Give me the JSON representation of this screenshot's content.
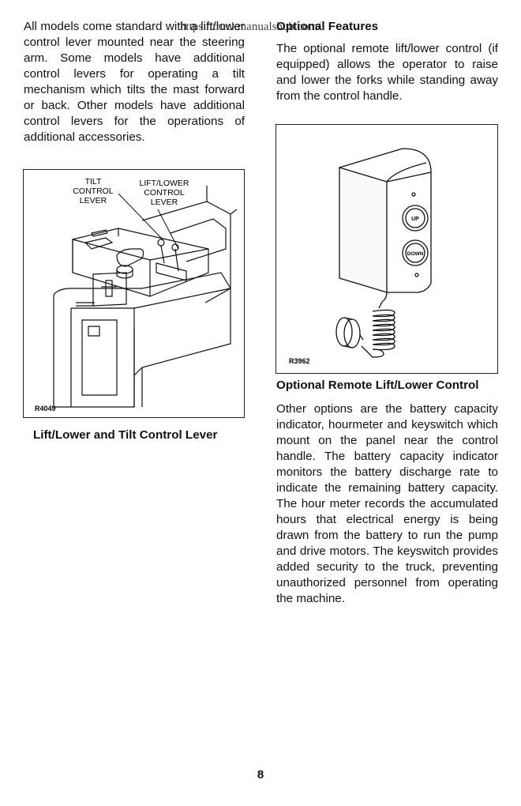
{
  "watermark": "https://truckmanualshub.com/",
  "left_column": {
    "paragraph": "All models come standard with a lift/lower control lever mounted near the steering arm. Some models have additional control levers for operating a tilt mechanism which tilts the mast forward or back. Other models have additional control levers for the operations of additional accessories."
  },
  "left_figure": {
    "callout_tilt": [
      "TILT",
      "CONTROL",
      "LEVER"
    ],
    "callout_lift": [
      "LIFT/LOWER",
      "CONTROL",
      "LEVER"
    ],
    "code": "R4049",
    "caption": "Lift/Lower and Tilt Control Lever"
  },
  "right_column": {
    "heading": "Optional Features",
    "paragraph1": "The optional remote lift/lower control (if equipped) allows the operator to raise and lower the forks while standing away from the control handle.",
    "paragraph2": "Other options are the battery capacity indicator, hourmeter and keyswitch which mount on the panel near the control handle. The battery capacity indicator monitors the battery discharge rate to indicate the remaining battery capacity. The hour meter records the accumulated hours that electrical energy is being drawn from the battery to run the pump and drive motors. The keyswitch provides added security to the truck, preventing unauthorized personnel from operating the machine."
  },
  "right_figure": {
    "button_up": "UP",
    "button_down": "DOWN",
    "code": "R3962",
    "caption": "Optional Remote Lift/Lower Control"
  },
  "page_number": "8"
}
